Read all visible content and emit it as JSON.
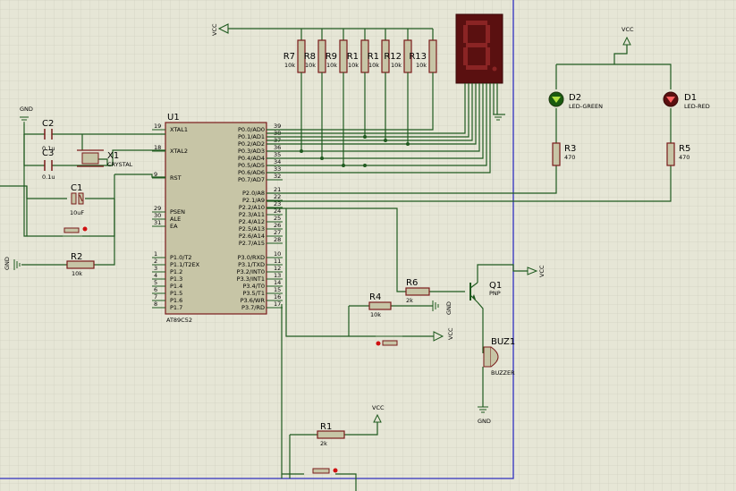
{
  "chip": {
    "ref": "U1",
    "part": "AT89C52",
    "left_pins": [
      {
        "num": "19",
        "name": "XTAL1"
      },
      {
        "num": "18",
        "name": "XTAL2"
      },
      {
        "num": "9",
        "name": "RST"
      },
      {
        "num": "29",
        "name": "PSEN"
      },
      {
        "num": "30",
        "name": "ALE"
      },
      {
        "num": "31",
        "name": "EA"
      },
      {
        "num": "1",
        "name": "P1.0/T2"
      },
      {
        "num": "2",
        "name": "P1.1/T2EX"
      },
      {
        "num": "3",
        "name": "P1.2"
      },
      {
        "num": "4",
        "name": "P1.3"
      },
      {
        "num": "5",
        "name": "P1.4"
      },
      {
        "num": "6",
        "name": "P1.5"
      },
      {
        "num": "7",
        "name": "P1.6"
      },
      {
        "num": "8",
        "name": "P1.7"
      }
    ],
    "right_pins": [
      {
        "num": "39",
        "name": "P0.0/AD0"
      },
      {
        "num": "38",
        "name": "P0.1/AD1"
      },
      {
        "num": "37",
        "name": "P0.2/AD2"
      },
      {
        "num": "36",
        "name": "P0.3/AD3"
      },
      {
        "num": "35",
        "name": "P0.4/AD4"
      },
      {
        "num": "34",
        "name": "P0.5/AD5"
      },
      {
        "num": "33",
        "name": "P0.6/AD6"
      },
      {
        "num": "32",
        "name": "P0.7/AD7"
      },
      {
        "num": "21",
        "name": "P2.0/A8"
      },
      {
        "num": "22",
        "name": "P2.1/A9"
      },
      {
        "num": "23",
        "name": "P2.2/A10"
      },
      {
        "num": "24",
        "name": "P2.3/A11"
      },
      {
        "num": "25",
        "name": "P2.4/A12"
      },
      {
        "num": "26",
        "name": "P2.5/A13"
      },
      {
        "num": "27",
        "name": "P2.6/A14"
      },
      {
        "num": "28",
        "name": "P2.7/A15"
      },
      {
        "num": "10",
        "name": "P3.0/RXD"
      },
      {
        "num": "11",
        "name": "P3.1/TXD"
      },
      {
        "num": "12",
        "name": "P3.2/INT0"
      },
      {
        "num": "13",
        "name": "P3.3/INT1"
      },
      {
        "num": "14",
        "name": "P3.4/T0"
      },
      {
        "num": "15",
        "name": "P3.5/T1"
      },
      {
        "num": "16",
        "name": "P3.6/WR"
      },
      {
        "num": "17",
        "name": "P3.7/RD"
      }
    ]
  },
  "pullups": [
    {
      "ref": "R7",
      "value": "10k"
    },
    {
      "ref": "R8",
      "value": "10k"
    },
    {
      "ref": "R9",
      "value": "10k"
    },
    {
      "ref": "R1",
      "value": "10k"
    },
    {
      "ref": "R1",
      "value": "10k"
    },
    {
      "ref": "R12",
      "value": "10k"
    },
    {
      "ref": "R13",
      "value": "10k"
    }
  ],
  "labels": {
    "vcc": "VCC",
    "gnd": "GND",
    "c2": "C2",
    "c2_val": "0.1u",
    "c3": "C3",
    "c3_val": "0.1u",
    "x1": "X1",
    "x1_val": "CRYSTAL",
    "c1": "C1",
    "c1_val": "10uF",
    "r2": "R2",
    "r2_val": "10k",
    "r4": "R4",
    "r4_val": "10k",
    "r6": "R6",
    "r6_val": "2k",
    "r1b": "R1",
    "r1b_val": "2k",
    "r3": "R3",
    "r3_val": "470",
    "r5": "R5",
    "r5_val": "470",
    "d2": "D2",
    "d2_val": "LED-GREEN",
    "d1": "D1",
    "d1_val": "LED-RED",
    "q1": "Q1",
    "q1_val": "PNP",
    "buz": "BUZ1",
    "buz_val": "BUZZER"
  },
  "colors": {
    "wire": "#1f5a1f",
    "component": "#7a1b1b",
    "body": "#c7c5a6",
    "background": "#e6e6d6",
    "grid": "#cfcfbf",
    "sheet_border": "#3030c0"
  }
}
